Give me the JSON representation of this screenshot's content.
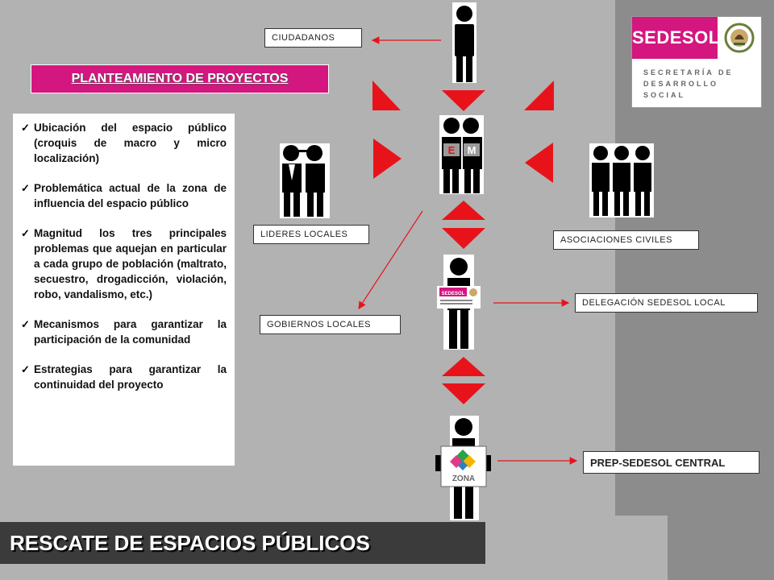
{
  "logo": {
    "name": "SEDESOL",
    "subtitle_line1": "SECRETARÍA DE",
    "subtitle_line2": "DESARROLLO SOCIAL"
  },
  "section_title": "PLANTEAMIENTO DE PROYECTOS",
  "checklist": [
    {
      "text": "Ubicación del espacio público (croquis de macro y micro localización)"
    },
    {
      "text": "Problemática actual de la zona de influencia del espacio público"
    },
    {
      "text": "Magnitud los tres principales problemas que aquejan en particular a cada grupo de población (maltrato, secuestro, drogadicción, violación, robo, vandalismo, etc.)"
    },
    {
      "text": "Mecanismos para garantizar la participación de la comunidad"
    },
    {
      "text": "Estrategias para garantizar la continuidad del proyecto"
    }
  ],
  "diagram": {
    "labels": {
      "ciudadanos": "CIUDADANOS",
      "lideres": "LIDERES LOCALES",
      "asociaciones": "ASOCIACIONES CIVILES",
      "gobiernos": "GOBIERNOS LOCALES",
      "delegacion": "DELEGACIÓN SEDESOL LOCAL",
      "prep": "PREP-SEDESOL CENTRAL"
    },
    "sign_letters": {
      "e": "E",
      "m": "M"
    },
    "small_badge": "SEDESOL",
    "zona_badge": "ZONA",
    "arrow_color": "#e8131a"
  },
  "footer_title": "RESCATE DE ESPACIOS PÚBLICOS"
}
